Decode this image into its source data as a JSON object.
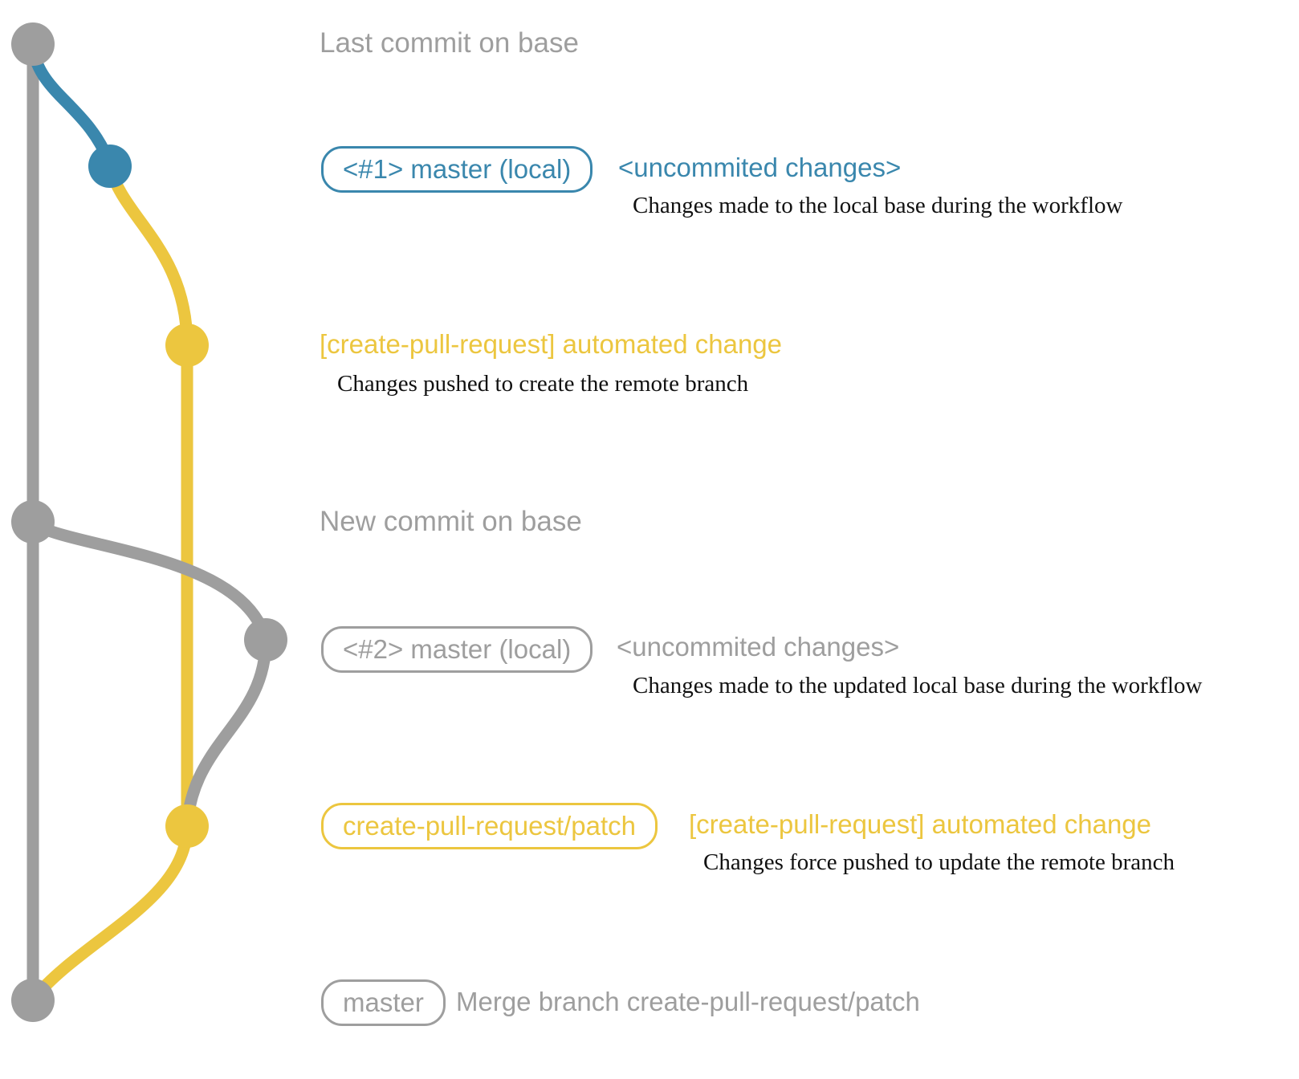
{
  "colors": {
    "gray": "#9e9e9e",
    "blue": "#3a87ad",
    "yellow": "#ecc63f",
    "ink": "#111111"
  },
  "nodes": [
    {
      "id": "commit-last-base",
      "color": "gray"
    },
    {
      "id": "commit-local-1",
      "color": "blue"
    },
    {
      "id": "commit-remote-1",
      "color": "yellow"
    },
    {
      "id": "commit-new-base",
      "color": "gray"
    },
    {
      "id": "commit-local-2",
      "color": "gray"
    },
    {
      "id": "commit-remote-2",
      "color": "yellow"
    },
    {
      "id": "commit-merge",
      "color": "gray"
    }
  ],
  "rows": {
    "last_commit": {
      "text": "Last commit on base"
    },
    "row1": {
      "badge": "<#1> master (local)",
      "tag": "<uncommited changes>",
      "desc": "Changes made to the local base during the workflow"
    },
    "row2": {
      "title": "[create-pull-request] automated change",
      "desc": "Changes pushed to create the remote branch"
    },
    "new_commit": {
      "text": "New commit on base"
    },
    "row3": {
      "badge": "<#2> master (local)",
      "tag": "<uncommited changes>",
      "desc": "Changes made to the updated local base during the workflow"
    },
    "row4": {
      "badge": "create-pull-request/patch",
      "tag": "[create-pull-request] automated change",
      "desc": "Changes force pushed to update the remote branch"
    },
    "row5": {
      "badge": "master",
      "tag": "Merge branch create-pull-request/patch"
    }
  }
}
